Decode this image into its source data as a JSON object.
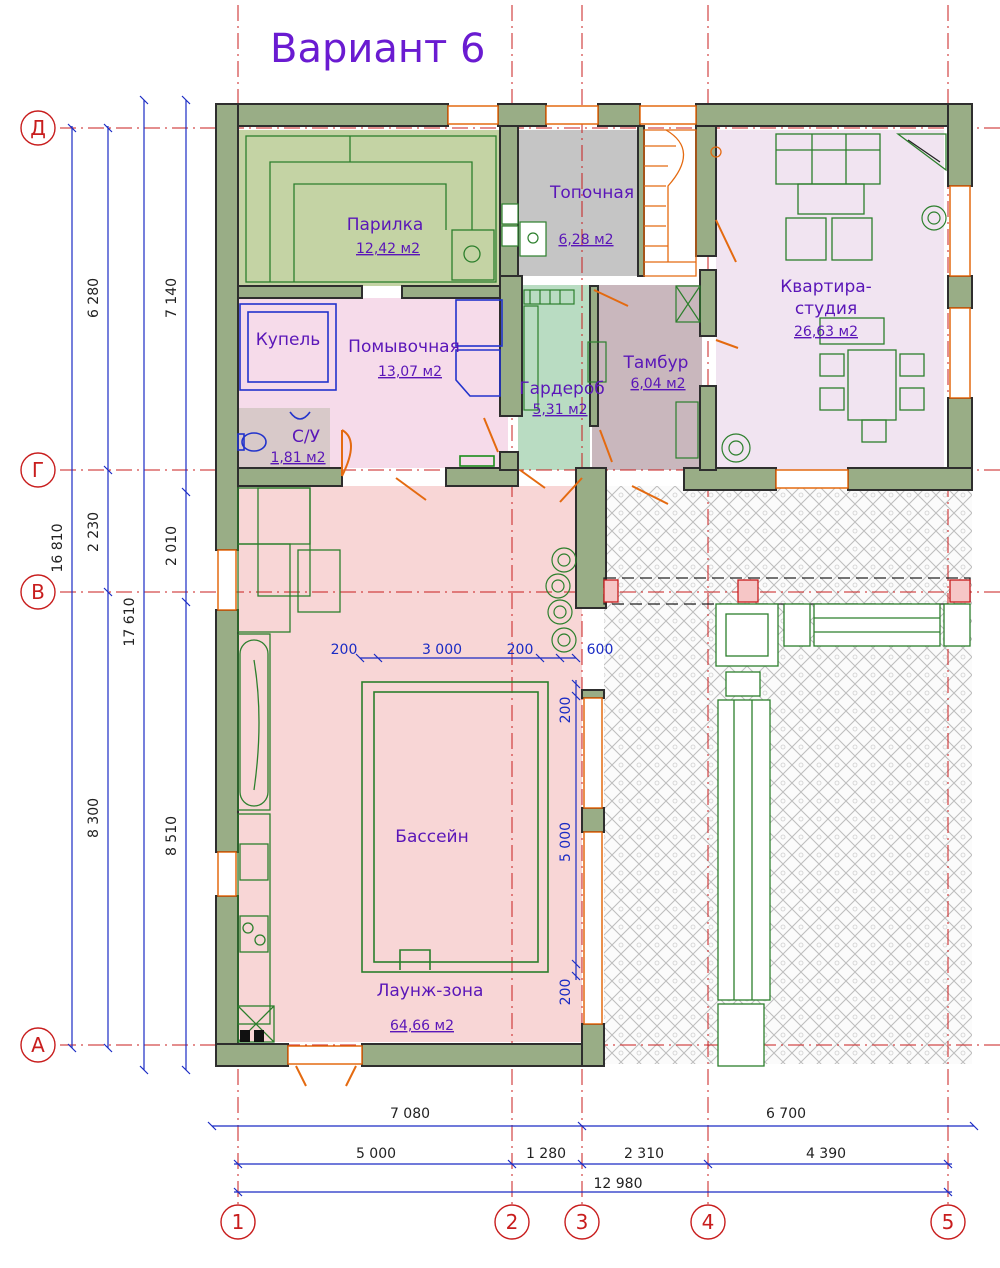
{
  "title": "Вариант 6",
  "rooms": {
    "parilka": {
      "name": "Парилка",
      "area": "12,42 м2"
    },
    "topochnaya": {
      "name": "Топочная",
      "area": "6,28 м2"
    },
    "kupel": {
      "name": "Купель"
    },
    "pomyvochnaya": {
      "name": "Помывочная",
      "area": "13,07 м2"
    },
    "garderob": {
      "name": "Гардероб",
      "area": "5,31 м2"
    },
    "tambur": {
      "name": "Тамбур",
      "area": "6,04 м2"
    },
    "kvartira": {
      "name1": "Квартира-",
      "name2": "студия",
      "area": "26,63 м2"
    },
    "su": {
      "name": "С/У",
      "area": "1,81 м2"
    },
    "bassein": {
      "name": "Бассейн"
    },
    "launge": {
      "name": "Лаунж-зона",
      "area": "64,66 м2"
    }
  },
  "axes": {
    "rows": [
      "Д",
      "Г",
      "В",
      "А"
    ],
    "cols": [
      "1",
      "2",
      "3",
      "4",
      "5"
    ]
  },
  "dims": {
    "left": [
      "6 280",
      "2 230",
      "8 300",
      "16 810",
      "7 140",
      "2 010",
      "8 510",
      "17 610"
    ],
    "bottom": [
      "7 080",
      "6 700",
      "5 000",
      "1 280",
      "2 310",
      "4 390",
      "12 980"
    ],
    "pool": [
      "200",
      "3 000",
      "200",
      "600",
      "200",
      "5 000",
      "200"
    ]
  }
}
